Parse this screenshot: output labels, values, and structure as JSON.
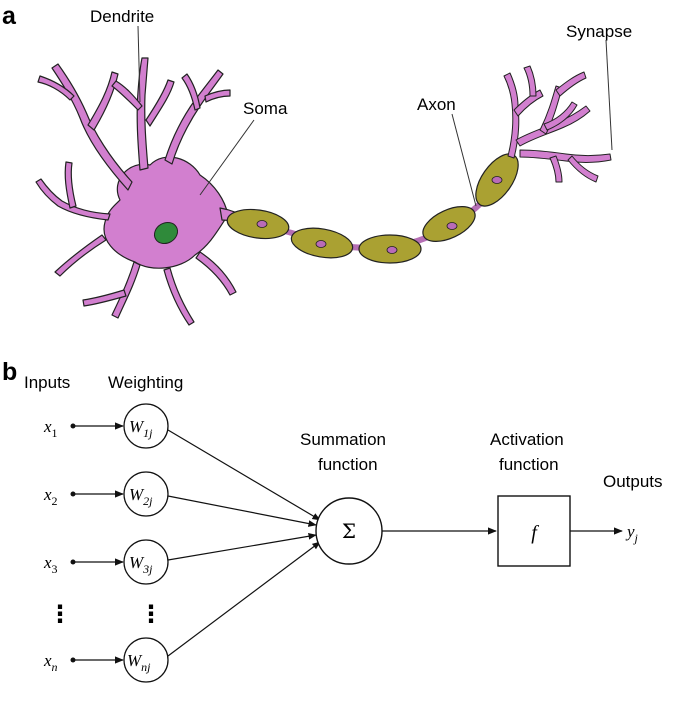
{
  "panel_a": {
    "label": "a",
    "labels": {
      "dendrite": "Dendrite",
      "soma": "Soma",
      "axon": "Axon",
      "synapse": "Synapse"
    },
    "colors": {
      "cell_body": "#d27fcf",
      "nucleus": "#2f8a3a",
      "myelin": "#aaa132",
      "myelin_nucleus": "#b96bb8",
      "outline": "#222222"
    }
  },
  "panel_b": {
    "label": "b",
    "headers": {
      "inputs": "Inputs",
      "weighting": "Weighting",
      "summation_line1": "Summation",
      "summation_line2": "function",
      "activation_line1": "Activation",
      "activation_line2": "function",
      "outputs": "Outputs"
    },
    "inputs": [
      {
        "base": "x",
        "sub": "1"
      },
      {
        "base": "x",
        "sub": "2"
      },
      {
        "base": "x",
        "sub": "3"
      },
      {
        "base": "x",
        "sub": "n"
      }
    ],
    "weights": [
      {
        "base": "W",
        "sub": "1j"
      },
      {
        "base": "W",
        "sub": "2j"
      },
      {
        "base": "W",
        "sub": "3j"
      },
      {
        "base": "W",
        "sub": "nj"
      }
    ],
    "summation_symbol": "Σ",
    "activation_symbol": "f",
    "output": {
      "base": "y",
      "sub": "j"
    },
    "ellipsis": "⋮"
  }
}
